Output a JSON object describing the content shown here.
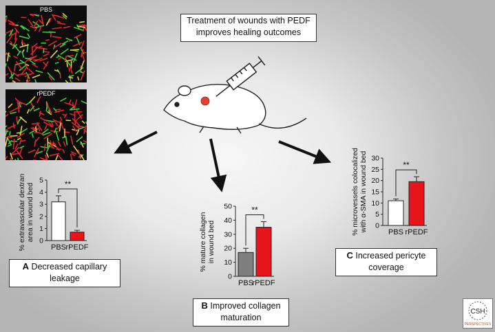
{
  "header": {
    "line1": "Treatment of wounds with PEDF",
    "line2": "improves healing outcomes"
  },
  "images": {
    "top_label": "PBS",
    "bottom_label": "rPEDF"
  },
  "panels": {
    "A": {
      "letter": "A",
      "line1": "Decreased capillary",
      "line2": "leakage"
    },
    "B": {
      "letter": "B",
      "line1": "Improved collagen",
      "line2": "maturation"
    },
    "C": {
      "letter": "C",
      "line1": "Increased pericyte",
      "line2": "coverage"
    }
  },
  "logo": {
    "text": "CSH",
    "subtext": "PERSPECTIVES"
  },
  "colors": {
    "pbs_bar_A": "#ffffff",
    "pbs_bar_B": "#7f7f7f",
    "pbs_bar_C": "#ffffff",
    "rpedf_bar": "#e8141c",
    "arrow": "#111111"
  },
  "chart_data": [
    {
      "id": "chartA",
      "type": "bar",
      "categories": [
        "PBS",
        "rPEDF"
      ],
      "values": [
        3.2,
        0.7
      ],
      "errors": [
        0.5,
        0.15
      ],
      "ylabel_lines": [
        "% extravascular dextran",
        "area in wound bed"
      ],
      "ylim": [
        0,
        5
      ],
      "ticks": [
        0,
        1,
        2,
        3,
        4,
        5
      ],
      "significance": "**"
    },
    {
      "id": "chartB",
      "type": "bar",
      "categories": [
        "PBS",
        "rPEDF"
      ],
      "values": [
        17,
        35
      ],
      "errors": [
        3,
        4
      ],
      "ylabel_lines": [
        "% mature collagen",
        "in wound bed"
      ],
      "ylim": [
        0,
        50
      ],
      "ticks": [
        0,
        10,
        20,
        30,
        40,
        50
      ],
      "significance": "**"
    },
    {
      "id": "chartC",
      "type": "bar",
      "categories": [
        "PBS",
        "rPEDF"
      ],
      "values": [
        11,
        19.5
      ],
      "errors": [
        0.8,
        2.2
      ],
      "ylabel_lines": [
        "% microvessels colocalized",
        "with α-SMA in wound bed"
      ],
      "ylim": [
        0,
        30
      ],
      "ticks": [
        0,
        5,
        10,
        15,
        20,
        25,
        30
      ],
      "significance": "**"
    }
  ]
}
